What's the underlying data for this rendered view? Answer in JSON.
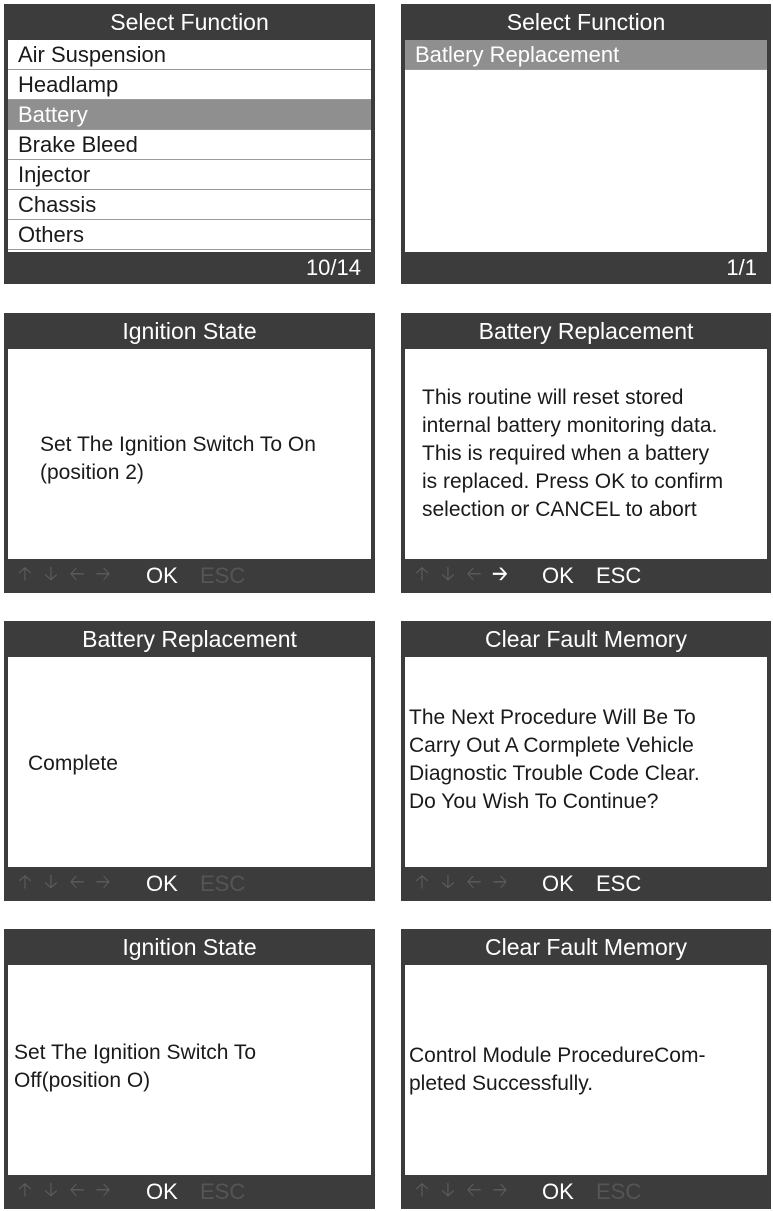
{
  "screens": [
    {
      "title": "Select Function",
      "items": [
        "Air Suspension",
        "Headlamp",
        "Battery",
        "Brake Bleed",
        "Injector",
        "Chassis",
        "Others"
      ],
      "selected": "Battery",
      "page": "10/14"
    },
    {
      "title": "Select Function",
      "items": [
        "Batlery Replacement"
      ],
      "selected": "Batlery Replacement",
      "page": "1/1"
    },
    {
      "title": "Ignition State",
      "message": "Set The Ignition Switch To On\n(position 2)",
      "ok": "OK",
      "esc": "ESC",
      "esc_enabled": false
    },
    {
      "title": "Battery Replacement",
      "message": "This routine will reset stored\ninternal battery monitoring data.\nThis is required when a battery\nis replaced. Press OK to confirm\nselection or CANCEL to abort",
      "ok": "OK",
      "esc": "ESC",
      "esc_enabled": true,
      "right_arrow_active": true
    },
    {
      "title": "Battery Replacement",
      "message": "Complete",
      "ok": "OK",
      "esc": "ESC",
      "esc_enabled": false
    },
    {
      "title": "Clear Fault Memory",
      "message": "   The Next Procedure Will Be To\nCarry Out A Cormplete Vehicle\nDiagnostic Trouble Code Clear.\nDo You Wish To Continue?",
      "ok": "OK",
      "esc": "ESC",
      "esc_enabled": true
    },
    {
      "title": "Ignition State",
      "message": "   Set The Ignition Switch To\nOff(position O)",
      "ok": "OK",
      "esc": "ESC",
      "esc_enabled": false
    },
    {
      "title": "Clear Fault Memory",
      "message": "   Control Module ProcedureCom-\npleted Successfully.",
      "ok": "OK",
      "esc": "ESC",
      "esc_enabled": false
    }
  ],
  "icons": {
    "up": "arrow-up-icon",
    "down": "arrow-down-icon",
    "left": "arrow-left-icon",
    "right": "arrow-right-icon"
  },
  "colors": {
    "frame": "#3c3c3c",
    "selected_row": "#8f8f8f",
    "dim_key": "#555555"
  }
}
